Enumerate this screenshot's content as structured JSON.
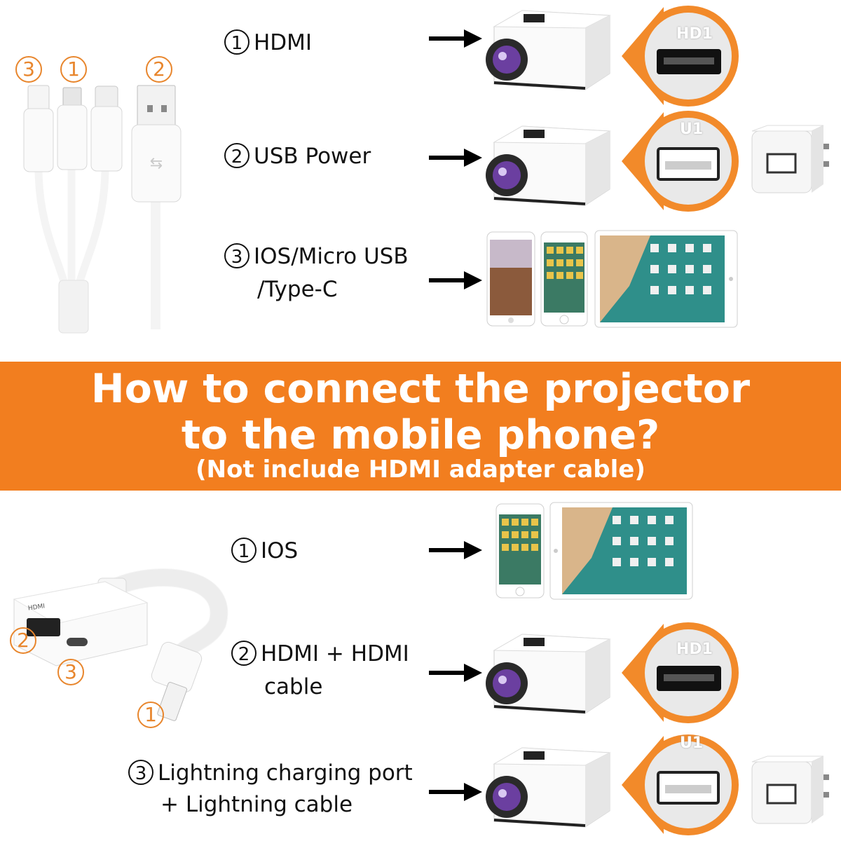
{
  "cable_port_numbers": [
    "3",
    "1",
    "2"
  ],
  "top_steps": [
    {
      "num": "1",
      "text": "HDMI"
    },
    {
      "num": "2",
      "text": "USB Power"
    },
    {
      "num": "3",
      "text": "IOS/Micro USB",
      "text2": "/Type-C"
    }
  ],
  "port_labels": {
    "hdmi": "HD1",
    "usb": "U1"
  },
  "banner": {
    "line1": "How to connect the projector",
    "line2": "to the mobile phone?",
    "line3": "(Not include HDMI adapter cable)"
  },
  "adapter_port_numbers": [
    "2",
    "3",
    "1"
  ],
  "adapter_port_text": "HDMI",
  "bottom_steps": [
    {
      "num": "1",
      "text": "IOS"
    },
    {
      "num": "2",
      "text": "HDMI + HDMI",
      "text2": "cable"
    },
    {
      "num": "3",
      "text": "Lightning charging port",
      "text2": "+ Lightning cable"
    }
  ],
  "colors": {
    "accent": "#f27e1f",
    "port_bg": "#e9e9e9",
    "projector_body": "#ffffff"
  }
}
